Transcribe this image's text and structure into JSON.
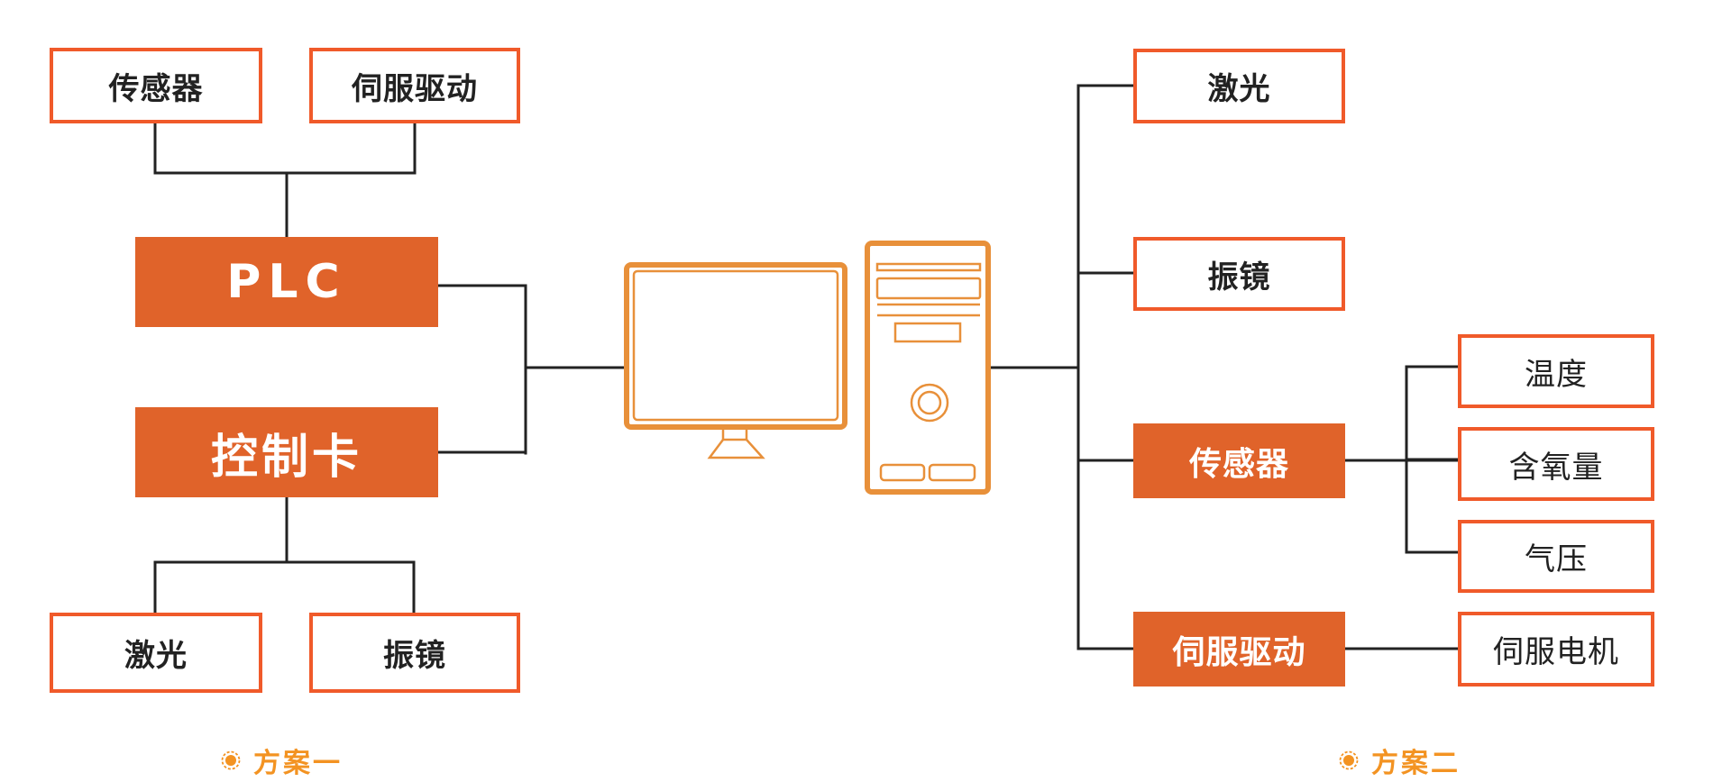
{
  "colors": {
    "accent": "#e0632a",
    "box_border": "#f05a2a",
    "computer_stroke": "#e8903a",
    "caption": "#f39322",
    "line": "#222222"
  },
  "scheme_one": {
    "caption": "方案一",
    "caption_icon": "radio-dot-icon",
    "top_devices": [
      {
        "label": "传感器"
      },
      {
        "label": "伺服驱动"
      }
    ],
    "controllers": [
      {
        "label": "PLC"
      },
      {
        "label": "控制卡"
      }
    ],
    "bottom_devices": [
      {
        "label": "激光"
      },
      {
        "label": "振镜"
      }
    ]
  },
  "center": {
    "monitor_icon": "monitor-icon",
    "tower_icon": "pc-tower-icon"
  },
  "scheme_two": {
    "caption": "方案二",
    "caption_icon": "radio-dot-icon",
    "devices": [
      {
        "label": "激光"
      },
      {
        "label": "振镜"
      },
      {
        "label": "传感器"
      },
      {
        "label": "伺服驱动"
      }
    ],
    "sensor_children": [
      {
        "label": "温度"
      },
      {
        "label": "含氧量"
      },
      {
        "label": "气压"
      }
    ],
    "servo_children": [
      {
        "label": "伺服电机"
      }
    ]
  }
}
